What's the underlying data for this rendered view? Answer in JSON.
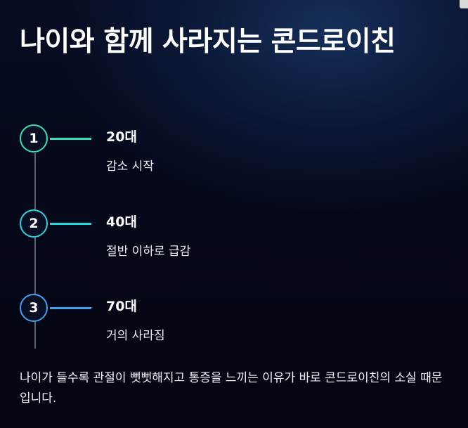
{
  "title": "나이와 함께 사라지는 콘드로이친",
  "steps": [
    {
      "number": "1",
      "age": "20대",
      "description": "감소 시작",
      "color": "#2fe3b4"
    },
    {
      "number": "2",
      "age": "40대",
      "description": "절반 이하로 급감",
      "color": "#2ad4de"
    },
    {
      "number": "3",
      "age": "70대",
      "description": "거의 사라짐",
      "color": "#3ea2f2"
    }
  ],
  "footer": "나이가 들수록 관절이 뻣뻣해지고 통증을 느끼는 이유가 바로 콘드로이친의 소실 때문입니다."
}
